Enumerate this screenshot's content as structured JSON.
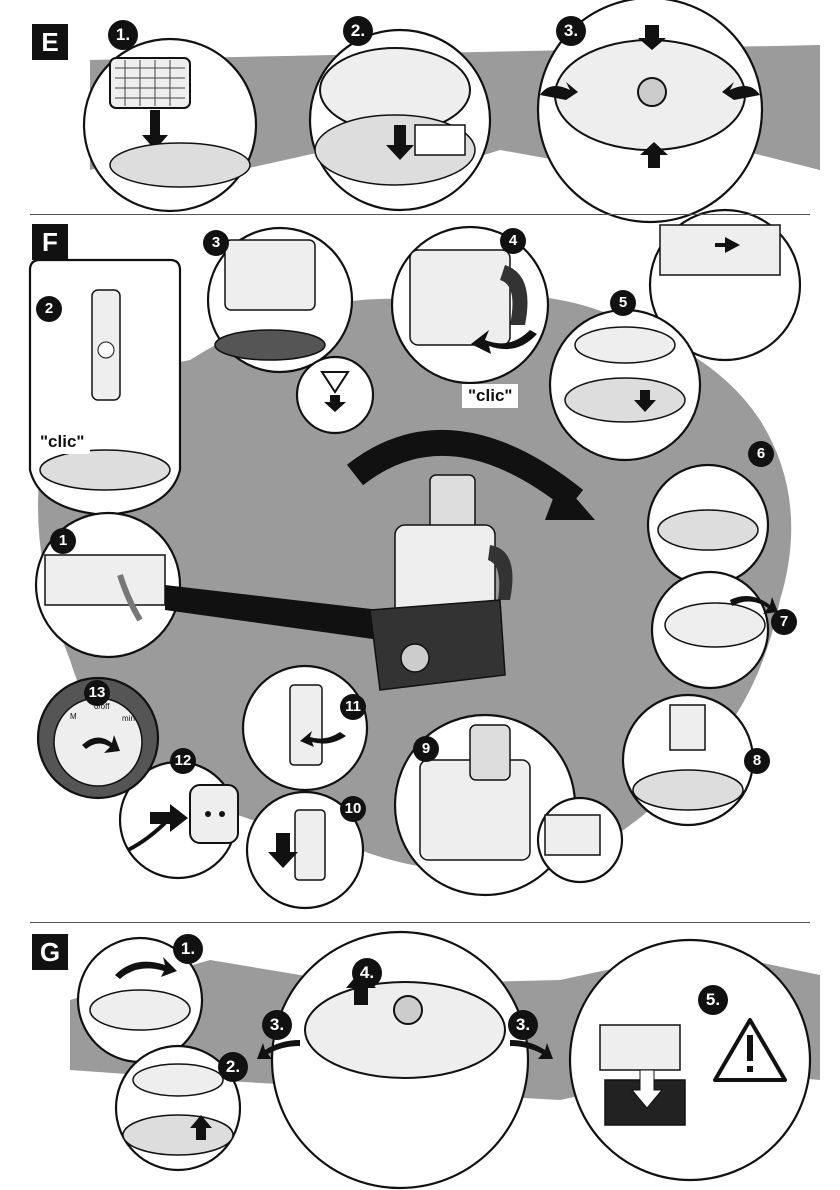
{
  "sections": [
    {
      "letter": "E",
      "steps": [
        "1.",
        "2.",
        "3."
      ]
    },
    {
      "letter": "F",
      "steps": [
        "1",
        "2",
        "3",
        "4",
        "5",
        "6",
        "7",
        "8",
        "9",
        "10",
        "11",
        "12",
        "13"
      ]
    },
    {
      "letter": "G",
      "steps": [
        "1.",
        "2.",
        "3.",
        "3.",
        "4.",
        "5."
      ]
    }
  ],
  "labels": {
    "clic_1": "\"clic\"",
    "clic_2": "\"clic\"",
    "dial_off": "0/off",
    "dial_m": "M",
    "dial_min": "min"
  },
  "icons": {
    "warning": "warning-triangle-icon"
  }
}
